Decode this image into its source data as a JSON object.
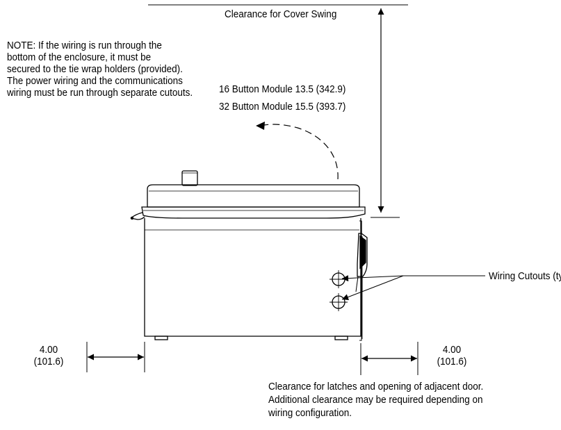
{
  "labels": {
    "cover_clearance": "Clearance for Cover Swing",
    "note_lines": [
      "NOTE: If the wiring is run through the",
      "bottom of the enclosure, it must be",
      "secured to the tie wrap holders (provided).",
      "The power wiring and the communications",
      "wiring must be run through separate cutouts."
    ],
    "module_16": "16 Button Module 13.5 (342.9)",
    "module_32": "32 Button Module 15.5 (393.7)",
    "wiring_cutouts": "Wiring Cutouts (typical)",
    "left_dim": "4.00",
    "left_dim_mm": "(101.6)",
    "right_dim": "4.00",
    "right_dim_mm": "(101.6)",
    "latch_note_lines": [
      "Clearance for latches and opening of adjacent door.",
      "Additional clearance may be required depending on",
      "wiring configuration."
    ]
  }
}
